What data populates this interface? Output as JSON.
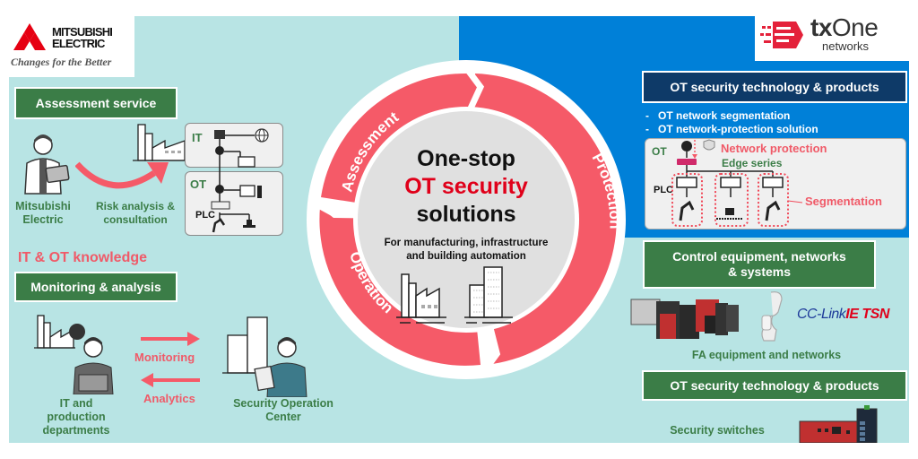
{
  "logos": {
    "mitsubishi": {
      "name_line1": "MITSUBISHI",
      "name_line2": "ELECTRIC",
      "tagline": "Changes for the Better",
      "mark_color": "#e60012"
    },
    "txone": {
      "name_tx": "tx",
      "name_one": "One",
      "sub": "networks",
      "mark_color": "#e4213a"
    }
  },
  "center": {
    "title_line1": "One-stop",
    "title_line2": "OT security",
    "title_line3": "solutions",
    "subtitle_line1": "For manufacturing, infrastructure",
    "subtitle_line2": "and building automation",
    "cycle": [
      "Assessment",
      "Protection",
      "Operation"
    ],
    "ring_color": "#f55a68",
    "highlight_color": "#e0001a"
  },
  "assessment": {
    "header": "Assessment service",
    "actor": "Mitsubishi Electric",
    "actor_line1": "Mitsubishi",
    "actor_line2": "Electric",
    "action_line1": "Risk analysis &",
    "action_line2": "consultation",
    "network_it_label": "IT",
    "network_ot_label": "OT",
    "plc_label": "PLC"
  },
  "knowledge": {
    "label": "IT & OT knowledge"
  },
  "monitoring": {
    "header": "Monitoring & analysis",
    "left_line1": "IT and",
    "left_line2": "production",
    "left_line3": "departments",
    "arrow_right_label": "Monitoring",
    "arrow_left_label": "Analytics",
    "right_line1": "Security Operation",
    "right_line2": "Center"
  },
  "protection": {
    "header": "OT security technology & products",
    "bullets": [
      "OT network segmentation",
      "OT network-protection solution"
    ],
    "diagram": {
      "ot_label": "OT",
      "plc_label": "PLC",
      "network_protection": "Network protection",
      "edge_series": "Edge series",
      "segmentation": "Segmentation"
    }
  },
  "control": {
    "header_line1": "Control equipment, networks",
    "header_line2": "& systems",
    "cclink_a": "CC-Link",
    "cclink_b": "IE",
    "cclink_c": "TSN",
    "caption": "FA equipment and networks"
  },
  "switches": {
    "header": "OT security technology & products",
    "caption": "Security switches"
  }
}
